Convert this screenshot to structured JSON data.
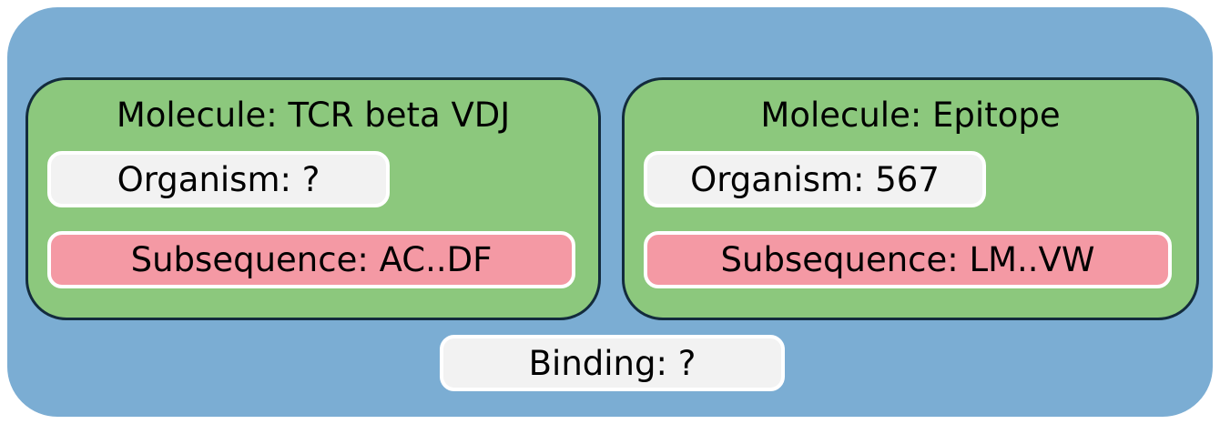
{
  "colors": {
    "env_bg": "#7badd3",
    "card_bg": "#8cc87d",
    "card_border": "#132b3d",
    "neutral_pill_bg": "#f2f2f2",
    "subsequence_pill_bg": "#f499a4",
    "pill_border": "#ffffff",
    "text": "#000000"
  },
  "cards": [
    {
      "title": "Molecule: TCR beta VDJ",
      "organism": "Organism: ?",
      "subsequence": "Subsequence: AC..DF"
    },
    {
      "title": "Molecule: Epitope",
      "organism": "Organism: 567",
      "subsequence": "Subsequence: LM..VW"
    }
  ],
  "binding_label": "Binding: ?"
}
